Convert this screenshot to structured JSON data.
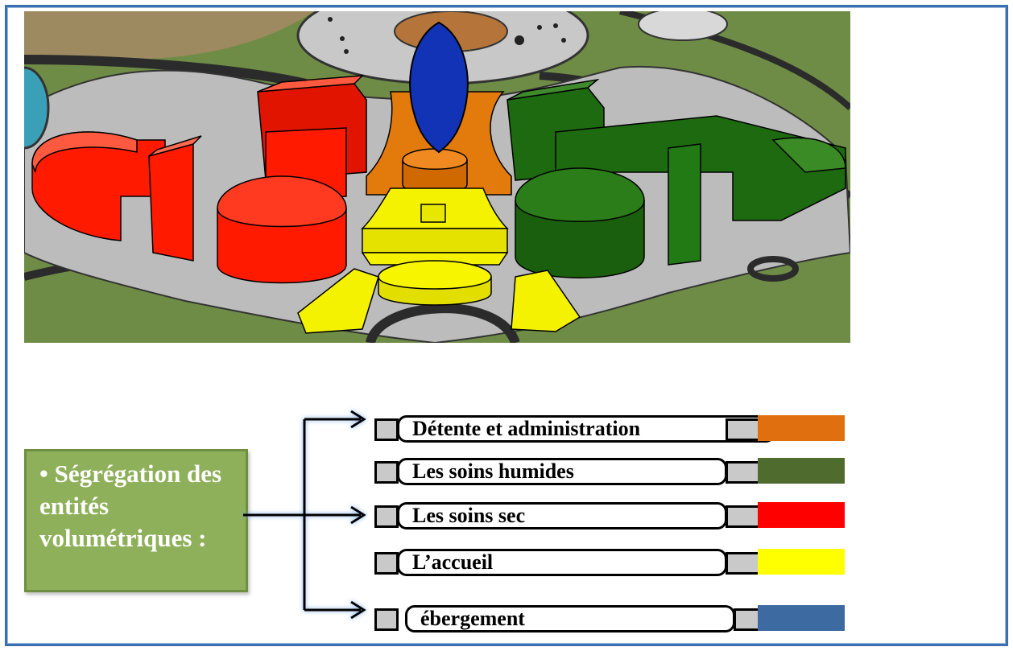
{
  "concept": {
    "bullet": "•",
    "text": "Ségrégation des entités volumétriques :"
  },
  "legend": [
    {
      "label": "Détente et administration",
      "color": "#e0700f"
    },
    {
      "label": "Les soins humides",
      "color": "#4f6b2e"
    },
    {
      "label": "Les soins sec",
      "color": "#ff0000"
    },
    {
      "label": "L’accueil",
      "color": "#ffff00"
    },
    {
      "label": "ébergement",
      "color": "#3d6aa0"
    }
  ],
  "colors": {
    "frame": "#3b6fb0",
    "concept_box": "#8fb05a",
    "ground": "#6d8a45",
    "pavement": "#bdbdbd",
    "red": "#ff1a00",
    "green": "#1f6b12",
    "yellow": "#f5f200",
    "orange": "#e27a0c",
    "blue": "#1030b8"
  }
}
